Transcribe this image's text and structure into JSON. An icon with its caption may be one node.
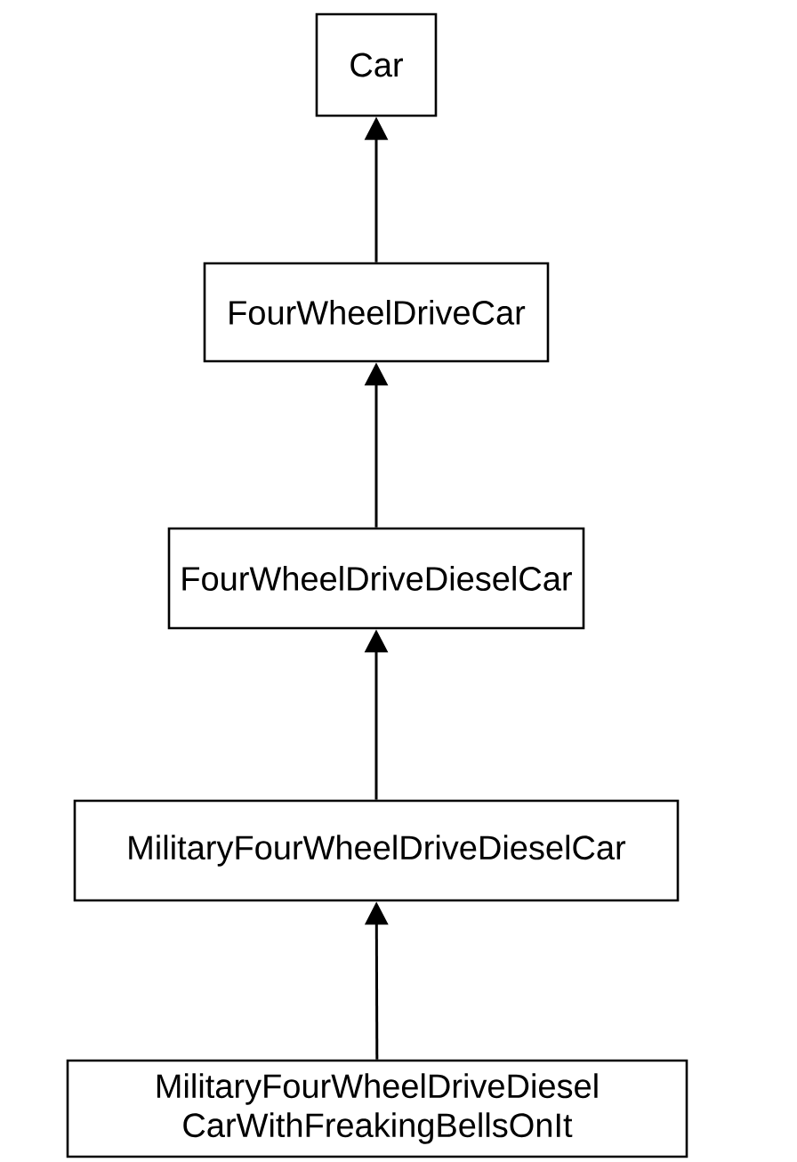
{
  "diagram": {
    "nodes": [
      {
        "text": [
          "Car"
        ]
      },
      {
        "text": [
          "FourWheelDriveCar"
        ]
      },
      {
        "text": [
          "FourWheelDriveDieselCar"
        ]
      },
      {
        "text": [
          "MilitaryFourWheelDriveDieselCar"
        ]
      },
      {
        "text": [
          "MilitaryFourWheelDriveDiesel CarWithFreakingBellsOnIt"
        ]
      }
    ],
    "edges": [
      {
        "from": 1,
        "to": 0,
        "arrow": "to"
      },
      {
        "from": 2,
        "to": 1,
        "arrow": "to"
      },
      {
        "from": 3,
        "to": 2,
        "arrow": "to"
      },
      {
        "from": 4,
        "to": 3,
        "arrow": "to"
      }
    ]
  }
}
